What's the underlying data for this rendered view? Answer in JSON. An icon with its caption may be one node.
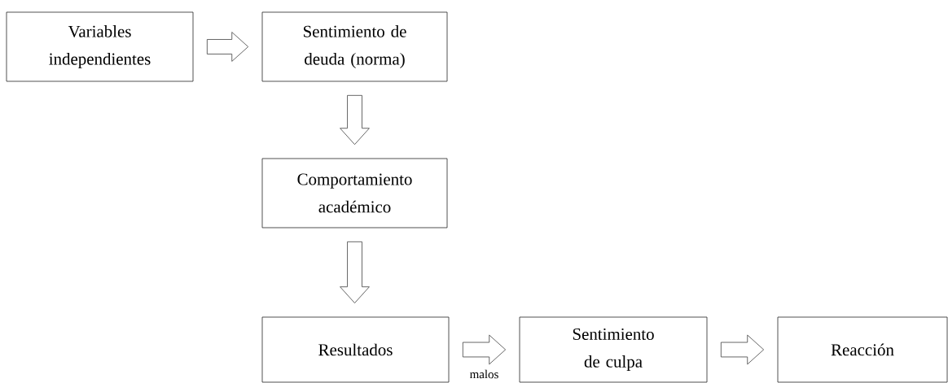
{
  "diagram": {
    "nodes": [
      {
        "text": [
          "Variables independientes"
        ]
      },
      {
        "text": [
          "Sentimiento de deuda (norma)"
        ]
      },
      {
        "text": [
          "Comportamiento académico"
        ]
      },
      {
        "text": [
          "Resultados"
        ]
      },
      {
        "text": [
          "Sentimiento de culpa"
        ]
      },
      {
        "text": [
          "Reacción"
        ]
      }
    ],
    "edges": [
      {
        "from": 0,
        "to": 1,
        "arrow": "to"
      },
      {
        "from": 1,
        "to": 2,
        "arrow": "to"
      },
      {
        "from": 2,
        "to": 3,
        "arrow": "to"
      },
      {
        "from": 3,
        "to": 4,
        "arrow": "to",
        "label": "malos"
      },
      {
        "from": 4,
        "to": 5,
        "arrow": "to"
      }
    ]
  }
}
